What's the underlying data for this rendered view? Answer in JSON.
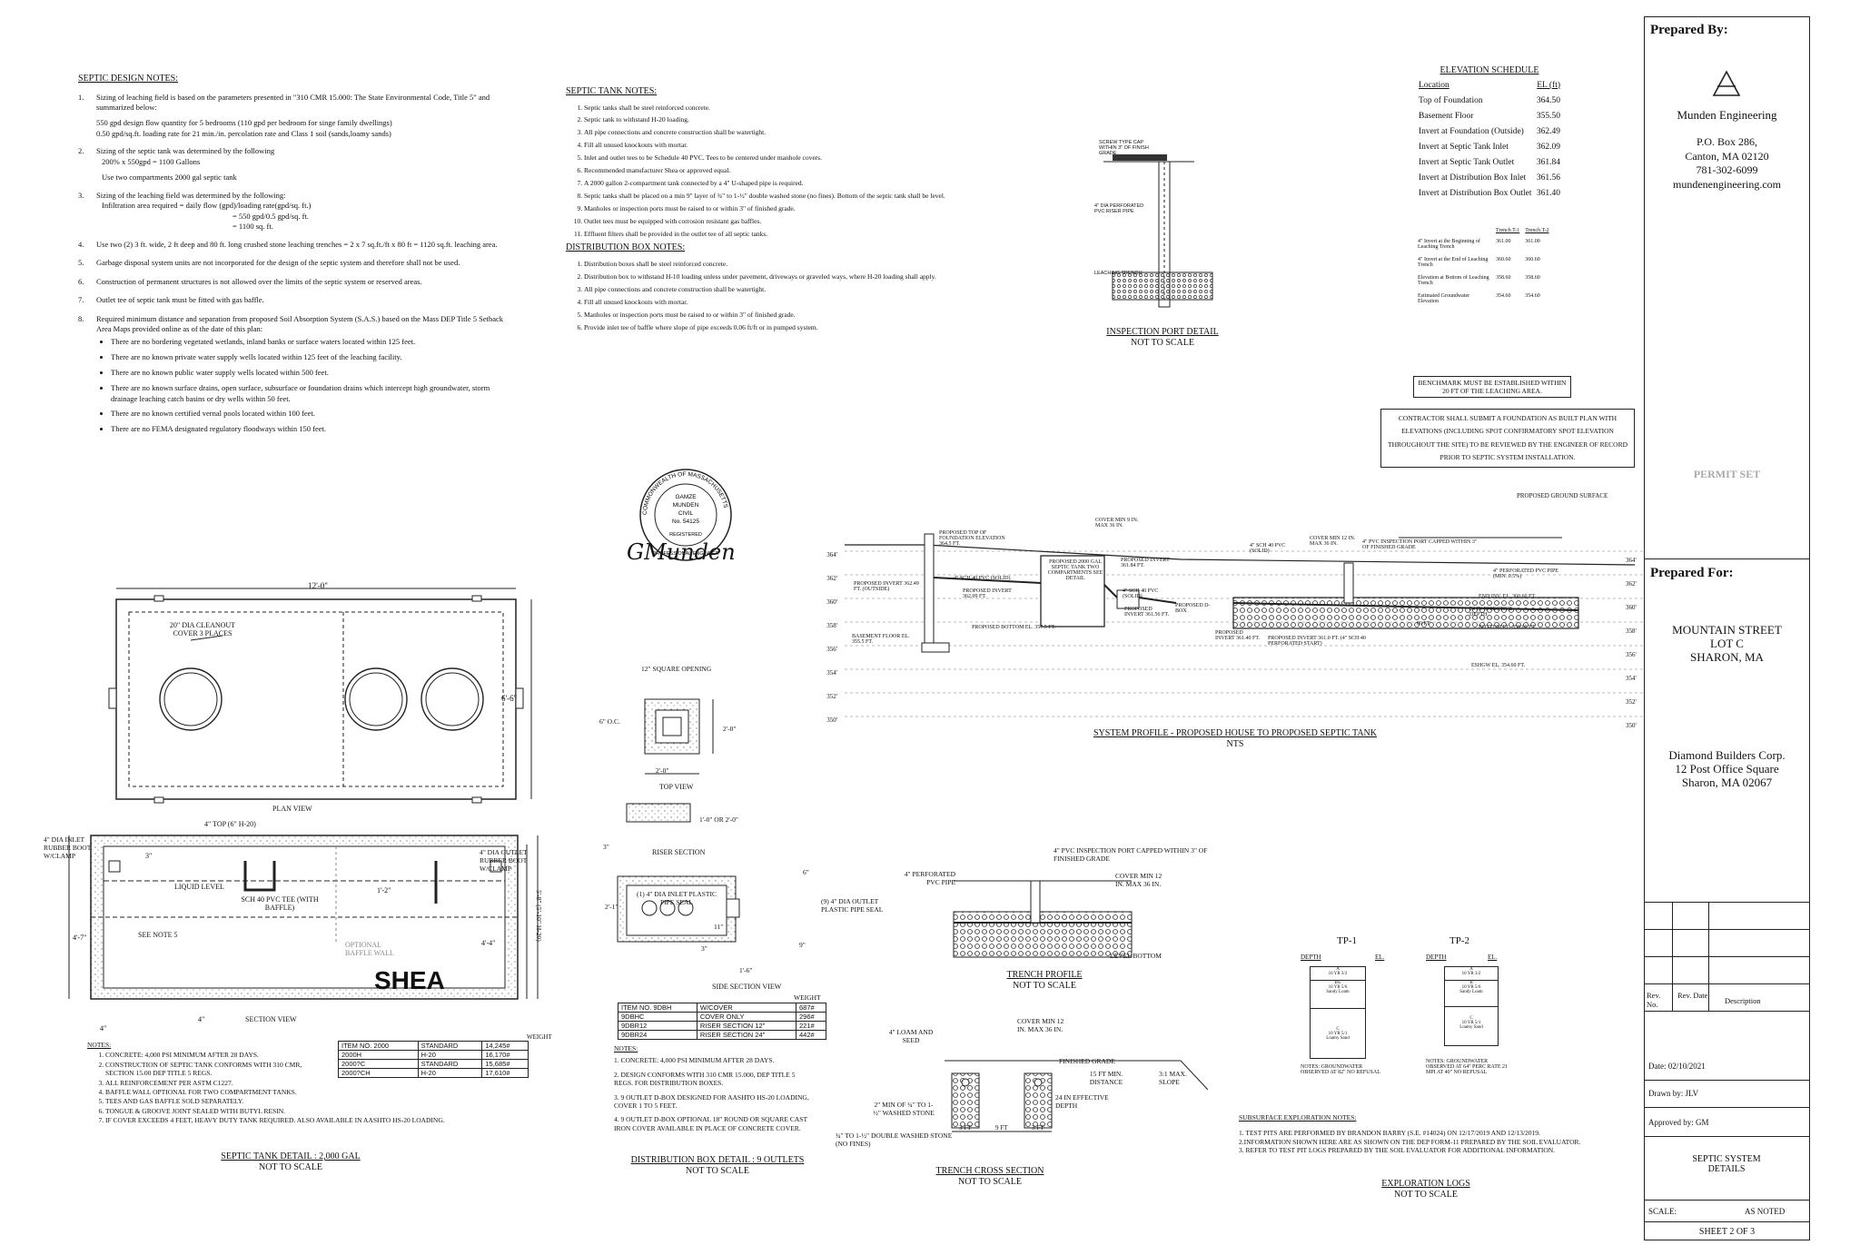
{
  "septic_design": {
    "title": "SEPTIC DESIGN NOTES:",
    "items": [
      "Sizing of leaching field is based on the parameters presented in \"310 CMR 15.000: The State Environmental Code, Title 5\" and summarized below:",
      "550 gpd design flow quantity for 5 bedrooms (110 gpd per bedroom for singe family dwellings)",
      "0.50 gpd/sq.ft. loading rate for 21 min./in. percolation rate and Class 1 soil (sands,loamy sands)",
      "Sizing of the septic tank was determined by the following",
      "200% x 550gpd = 1100 Gallons",
      "Use two compartments 2000 gal septic tank",
      "Sizing of the leaching field was determined by the following:",
      "Infiltration area required = daily flow (gpd)/loading rate(gpd/sq. ft.)",
      "= 550 gpd/0.5 gpd/sq. ft.",
      "= 1100 sq. ft.",
      "Use two (2) 3 ft. wide, 2 ft deep and 80 ft. long crushed stone leaching trenches = 2 x 7 sq.ft./ft x 80 ft = 1120 sq.ft. leaching area.",
      "Garbage disposal system units are not incorporated for the design of the septic system and therefore shall not be used.",
      "Construction of permanent structures is not allowed over the limits of the septic system or reserved areas.",
      "Outlet tee of septic tank must be fitted with gas baffle.",
      "Required minimum distance and separation from proposed Soil Absorption System (S.A.S.) based on the Mass DEP Title 5 Setback Area Maps provided online as of the date of this plan:"
    ],
    "bullets": [
      "There are no bordering vegetated wetlands, inland banks or surface waters located within 125 feet.",
      "There are no known private water supply wells located within 125 feet of the leaching facility.",
      "There are no known public water supply wells located within 500 feet.",
      "There are no known surface drains, open surface, subsurface or foundation drains which intercept high groundwater, storm drainage leaching catch basins or dry wells within 50 feet.",
      "There are no known certified vernal pools located within 100 feet.",
      "There are no FEMA designated regulatory floodways within 150 feet."
    ]
  },
  "septic_tank_notes": {
    "title": "SEPTIC TANK NOTES:",
    "items": [
      "Septic tanks shall be steel reinforced concrete.",
      "Septic tank to withstand H-20 loading.",
      "All pipe connections and concrete construction shall be watertight.",
      "Fill all unused knockouts with mortar.",
      "Inlet and outlet tees to be Schedule 40 PVC. Tees to be centered under manhole covers.",
      "Recommended manufacturer Shea or approved equal.",
      "A 2000 gallon 2-compartment tank connected by a 4\" U-shaped pipe is required.",
      "Septic tanks shall be placed on a min 9\" layer of ¾\" to 1-½\" double washed stone (no fines). Bottom of the septic tank shall be level.",
      "Manholes or inspection ports must be raised to or within 3\" of finished grade.",
      "Outlet tees must be equipped with corrosion resistant gas baffles.",
      "Effluent filters shall be provided in the outlet tee of all septic tanks."
    ]
  },
  "dbox_notes": {
    "title": "DISTRIBUTION BOX NOTES:",
    "items": [
      "Distribution boxes shall be steel reinforced concrete.",
      "Distribution box to withstand H-10 loading unless under pavement, driveways or graveled ways, where H-20 loading shall apply.",
      "All pipe connections and concrete construction shall be watertight.",
      "Fill all unused knockouts with mortar.",
      "Manholes or inspection ports must be raised to or within 3\" of finished grade.",
      "Provide inlet tee of baffle where slope of pipe exceeds 0.06 ft/ft or in pumped system."
    ]
  },
  "elevation_schedule": {
    "title": "ELEVATION SCHEDULE",
    "col1": "Location",
    "col2": "EL (ft)",
    "rows": [
      [
        "Top of Foundation",
        "364.50"
      ],
      [
        "Basement Floor",
        "355.50"
      ],
      [
        "Invert at Foundation (Outside)",
        "362.49"
      ],
      [
        "Invert at Septic Tank Inlet",
        "362.09"
      ],
      [
        "Invert at Septic Tank Outlet",
        "361.84"
      ],
      [
        "Invert at Distribution Box Inlet",
        "361.56"
      ],
      [
        "Invert at Distribution Box Outlet",
        "361.40"
      ]
    ]
  },
  "trench_table": {
    "col1": "Trench T-1",
    "col2": "Trench T-2",
    "rows": [
      [
        "4\" Invert at the Beginning of Leaching Trench",
        "361.00",
        "361.00"
      ],
      [
        "4\" Invert at the End of Leaching Trench",
        "360.60",
        "360.60"
      ],
      [
        "Elevation at Bottom of Leaching Trench",
        "358.60",
        "358.60"
      ],
      [
        "Estimated Groundwater Elevation",
        "354.60",
        "354.60"
      ]
    ]
  },
  "benchmark_note": "BENCHMARK MUST BE ESTABLISHED WITHIN 20 FT OF THE LEACHING AREA.",
  "contractor_note": "CONTRACTOR SHALL SUBMIT A FOUNDATION AS BUILT PLAN WITH ELEVATIONS (INCLUDING SPOT CONFIRMATORY SPOT ELEVATION THROUGHOUT THE SITE) TO BE REVIEWED BY THE ENGINEER OF RECORD PRIOR TO SEPTIC SYSTEM INSTALLATION.",
  "inspection_port": {
    "title": "INSPECTION PORT DETAIL",
    "sub": "NOT TO SCALE",
    "cap_label": "SCREW TYPE CAP WITHIN 3\" OF FINISH GRADE",
    "riser_label": "4\" DIA PERFORATED PVC RISER PIPE",
    "trench_label": "LEACHING TRENCH"
  },
  "seal": {
    "ring": "COMMONWEALTH OF MASSACHUSETTS",
    "ring2": "PROFESSIONAL ENGINEER",
    "name1": "GAMZE",
    "name2": "MUNDEN",
    "name3": "CIVIL",
    "number": "No. 54125",
    "registered": "REGISTERED",
    "signature": "GMunden"
  },
  "profile": {
    "title": "SYSTEM PROFILE - PROPOSED HOUSE TO PROPOSED SEPTIC TANK",
    "sub": "NTS",
    "ground_label": "PROPOSED GROUND SURFACE",
    "elev_labels": [
      "364'",
      "362'",
      "360'",
      "358'",
      "356'",
      "354'",
      "352'",
      "350'"
    ],
    "labels": {
      "foundation": "PROPOSED TOP OF FOUNDATION ELEVATION 364.5 FT.",
      "invert_out": "PROPOSED INVERT 362.49 FT. (OUTSIDE)",
      "pipe1": "4\" SCH 40 PVC (SOLID)",
      "invert_tank": "PROPOSED INVERT 362.09 FT.",
      "basement": "BASEMENT FLOOR EL. 355.5 FT.",
      "tank": "PROPOSED 2000 GAL SEPTIC TANK TWO COMPARTMENTS SEE DETAIL",
      "bottom": "PROPOSED BOTTOM EL. 357.5 FT.",
      "cover1": "COVER MIN 9 IN. MAX 36 IN.",
      "invert2": "PROPOSED INVERT 361.84 FT.",
      "pipe2": "4\" SCH 40 PVC (SOLID)",
      "invert3": "PROPOSED INVERT 361.56 FT.",
      "dbox": "PROPOSED D-BOX",
      "invert4": "PROPOSED INVERT 361.40 FT.",
      "pipe3": "4\" SCH 40 PVC (SOLID)",
      "cover2": "COVER MIN 12 IN. MAX 36 IN.",
      "inspection": "4\" PVC INSPECTION PORT CAPPED WITHIN 3\" OF FINISHED GRADE",
      "perf": "4\" PERFORATED PVC PIPE (MIN. 0.5%)",
      "end_inv": "END INV. EL. 360.60 FT.",
      "eff_depth": "24 IN EFFECTIVE DEPTH",
      "bottom_el": "BOTTOM EL. 358.60 FT.",
      "length": "80 FT",
      "invert5": "PROPOSED INVERT 361.0 FT. (4\" SCH 40 PERFORATED START)",
      "eshgw": "ESHGW EL. 354.60 FT."
    }
  },
  "tank_detail": {
    "title": "SEPTIC TANK DETAIL : 2,000 GAL",
    "sub": "NOT TO SCALE",
    "plan_label": "PLAN VIEW",
    "section_label": "SECTION VIEW",
    "dim_length": "12'-0\"",
    "dim_width": "6'-6\"",
    "cleanout": "20\" DIA CLEANOUT COVER 3 PLACES",
    "top": "4\" TOP (6\" H-20)",
    "inlet": "4\" DIA INLET RUBBER BOOT W/CLAMP",
    "outlet": "4\" DIA OUTLET RUBBER BOOT W/CLAMP",
    "liquid": "LIQUID LEVEL",
    "tee": "SCH 40 PVC TEE (WITH BAFFLE)",
    "see_note": "SEE NOTE 5",
    "baffle": "OPTIONAL BAFFLE WALL",
    "brand": "SHEA",
    "dim_3": "3\"",
    "dim_12": "1'-2\"",
    "dim_47": "4'-7\"",
    "dim_44": "4'-4\"",
    "dim_58": "5'-8\" (5'-10\" H-20)",
    "dim_4a": "4\"",
    "dim_4b": "4\"",
    "notes_title": "NOTES:",
    "notes": [
      "CONCRETE: 4,000 PSI MINIMUM AFTER 28 DAYS.",
      "CONSTRUCTION OF SEPTIC TANK CONFORMS WITH 310 CMR, SECTION 15.00 DEP TITLE 5 REGS.",
      "ALL REINFORCEMENT PER ASTM C1227.",
      "BAFFLE WALL OPTIONAL FOR TWO COMPARTMENT TANKS.",
      "TEES AND GAS BAFFLE SOLD SEPARATELY.",
      "TONGUE & GROOVE JOINT SEALED WITH BUTYL RESIN.",
      "IF COVER EXCEEDS 4 FEET, HEAVY DUTY TANK REQUIRED.  ALSO AVAILABLE IN AASHTO HS-20 LOADING."
    ],
    "weight_header": [
      "ITEM NO. 2000",
      "STANDARD",
      "WEIGHT"
    ],
    "weight_rows": [
      [
        "2000H",
        "H-20",
        "16,170#"
      ],
      [
        "2000?C",
        "STANDARD",
        "15,685#"
      ],
      [
        "2000?CH",
        "H-20",
        "17,610#"
      ]
    ],
    "weight_first": "14,245#"
  },
  "dbox_detail": {
    "title": "DISTRIBUTION BOX DETAIL : 9 OUTLETS",
    "sub": "NOT TO SCALE",
    "opening": "12\" SQUARE OPENING",
    "oc": "6\" O.C.",
    "dim_20": "2'-0\"",
    "dim_20b": "2'-0\"",
    "top_view": "TOP VIEW",
    "riser_dim": "1'-0\" OR 2'-0\"",
    "riser_3": "3\"",
    "riser": "RISER SECTION",
    "inlet": "(1) 4\" DIA INLET PLASTIC PIPE SEAL",
    "outlet": "(9) 4\" DIA OUTLET PLASTIC PIPE SEAL",
    "dim_6": "6\"",
    "dim_21": "2'-1\"",
    "dim_11": "11\"",
    "dim_3": "3\"",
    "dim_9": "9\"",
    "dim_16": "1'-6\"",
    "side": "SIDE SECTION VIEW",
    "weight_head": "WEIGHT",
    "weight_rows": [
      [
        "ITEM NO. 9DBH",
        "W/COVER",
        "687#"
      ],
      [
        "9DBHC",
        "COVER ONLY",
        "296#"
      ],
      [
        "9DBR12",
        "RISER SECTION 12\"",
        "221#"
      ],
      [
        "9DBR24",
        "RISER SECTION 24\"",
        "442#"
      ]
    ],
    "notes_title": "NOTES:",
    "notes": [
      "1. CONCRETE: 4,000 PSI MINIMUM AFTER 28 DAYS.",
      "2. DESIGN CONFORMS WITH 310 CMR 15.000, DEP TITLE 5 REGS. FOR DISTRIBUTION BOXES.",
      "3. 9 OUTLET D-BOX DESIGNED FOR AASHTO HS-20 LOADING, COVER 1 TO 5 FEET.",
      "4. 9 OUTLET D-BOX OPTIONAL 18\" ROUND OR SQUARE CAST IRON COVER AVAILABLE IN PLACE OF CONCRETE COVER."
    ]
  },
  "trench_profile": {
    "title": "TRENCH PROFILE",
    "sub": "NOT TO SCALE",
    "perf": "4\" PERFORATED PVC PIPE",
    "port": "4\" PVC INSPECTION PORT CAPPED WITHIN 3\" OF FINISHED GRADE",
    "cover": "COVER MIN 12 IN. MAX 36 IN.",
    "bottom": "LEVEL BOTTOM"
  },
  "trench_cross": {
    "title": "TRENCH CROSS SECTION",
    "sub": "NOT TO SCALE",
    "loam": "4\" LOAM AND SEED",
    "cover": "COVER MIN 12 IN. MAX 36 IN.",
    "grade": "FINISHED GRADE",
    "dist": "15 FT MIN. DISTANCE",
    "slope": "3:1 MAX. SLOPE",
    "depth": "24 IN EFFECTIVE DEPTH",
    "stone1": "2\" MIN OF ¾\" TO 1-½\" WASHED STONE",
    "stone2": "¾\" TO 1-½\" DOUBLE WASHED STONE (NO FINES)",
    "dim_3a": "3 FT",
    "dim_9": "9 FT",
    "dim_3b": "3 FT"
  },
  "test_pits": {
    "tp1": "TP-1",
    "tp2": "TP-2",
    "depth": "DEPTH",
    "el": "EL.",
    "tp1_note": "NOTES: GROUNDWATER OBSERVED AT 82\" NO REFUSAL",
    "tp2_note": "NOTES: GROUNDWATER OBSERVED AT 64\" PERC RATE 21 MPI AT 40\" NO REFUSAL",
    "tp1_layers": [
      "A",
      "10 YR 3/2",
      "Bw",
      "10 YR 5/6",
      "Sandy Loam",
      "C",
      "10 YR 5/1",
      "Loamy Sand"
    ],
    "tp2_layers": [
      "A",
      "10 YR 3/2",
      "B",
      "10 YR 5/6",
      "Sandy Loam",
      "C",
      "10 YR 5/1",
      "Loamy Sand"
    ]
  },
  "subsurface": {
    "title": "SUBSURFACE EXPLORATION NOTES:",
    "notes": [
      "1. TEST PITS ARE PERFORMED BY BRANDON BARRY (S.E. #14024) ON 12/17/2019 AND 12/13/2019.",
      "2.INFORMATION SHOWN HERE ARE AS SHOWN ON THE DEP FORM-11 PREPARED BY THE SOIL EVALUATOR.",
      "3. REFER TO TEST PIT LOGS PREPARED BY THE SOIL EVALUATOR FOR ADDITIONAL INFORMATION."
    ],
    "logs_title": "EXPLORATION LOGS",
    "logs_sub": "NOT TO SCALE"
  },
  "title_block": {
    "prepared_by": "Prepared By:",
    "firm": "Munden Engineering",
    "addr1": "P.O. Box 286,",
    "addr2": "Canton, MA 02120",
    "phone": "781-302-6099",
    "web": "mundenengineering.com",
    "permit": "PERMIT SET",
    "prepared_for": "Prepared For:",
    "project1": "MOUNTAIN STREET",
    "project2": "LOT C",
    "project3": "SHARON, MA",
    "client1": "Diamond Builders Corp.",
    "client2": "12 Post Office Square",
    "client3": "Sharon, MA 02067",
    "rev_no": "Rev. No.",
    "rev_date": "Rev. Date",
    "desc": "Description",
    "date": "Date: 02/10/2021",
    "drawn": "Drawn by: JLV",
    "approved": "Approved by: GM",
    "sheet_title": "SEPTIC SYSTEM DETAILS",
    "scale_label": "SCALE:",
    "scale": "AS NOTED",
    "sheet": "SHEET 2 OF 3"
  }
}
